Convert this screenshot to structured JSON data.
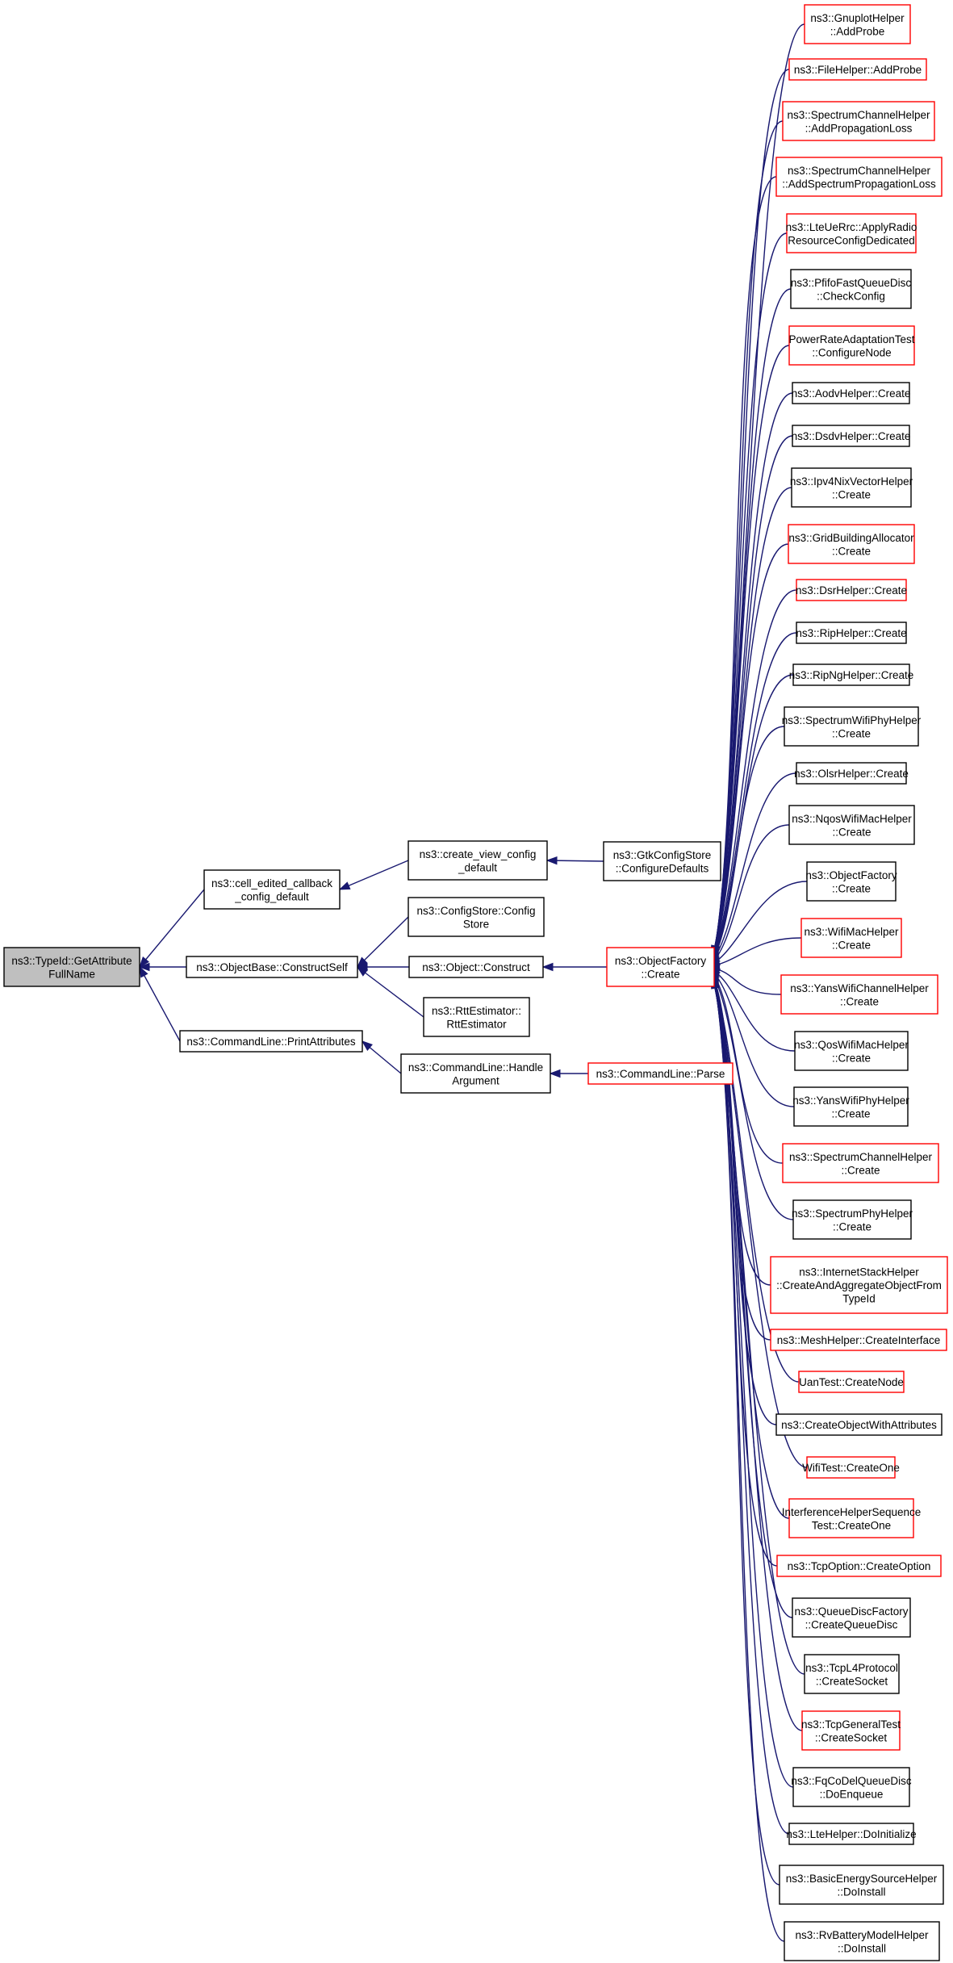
{
  "colors": {
    "edge": "#191970",
    "border_normal": "#000000",
    "border_truncated": "#ff0000",
    "fill_focus": "#bfbfbf",
    "fill_normal": "#ffffff"
  },
  "nodes": [
    {
      "id": "typeid",
      "lines": [
        "ns3::TypeId::GetAttribute",
        "FullName"
      ],
      "style": "focus"
    },
    {
      "id": "cell_edited",
      "lines": [
        "ns3::cell_edited_callback",
        "_config_default"
      ],
      "style": "normal"
    },
    {
      "id": "construct_self",
      "lines": [
        "ns3::ObjectBase::ConstructSelf"
      ],
      "style": "normal"
    },
    {
      "id": "print_attrs",
      "lines": [
        "ns3::CommandLine::PrintAttributes"
      ],
      "style": "normal"
    },
    {
      "id": "create_view",
      "lines": [
        "ns3::create_view_config",
        "_default"
      ],
      "style": "normal"
    },
    {
      "id": "configstore",
      "lines": [
        "ns3::ConfigStore::Config",
        "Store"
      ],
      "style": "normal"
    },
    {
      "id": "object_construct",
      "lines": [
        "ns3::Object::Construct"
      ],
      "style": "normal"
    },
    {
      "id": "rtt",
      "lines": [
        "ns3::RttEstimator::",
        "RttEstimator"
      ],
      "style": "normal"
    },
    {
      "id": "handle_arg",
      "lines": [
        "ns3::CommandLine::Handle",
        "Argument"
      ],
      "style": "normal"
    },
    {
      "id": "gtk",
      "lines": [
        "ns3::GtkConfigStore",
        "::ConfigureDefaults"
      ],
      "style": "normal"
    },
    {
      "id": "objfactory_create",
      "lines": [
        "ns3::ObjectFactory",
        "::Create"
      ],
      "style": "truncated"
    },
    {
      "id": "cmdline_parse",
      "lines": [
        "ns3::CommandLine::Parse"
      ],
      "style": "truncated"
    },
    {
      "id": "r0",
      "lines": [
        "ns3::GnuplotHelper",
        "::AddProbe"
      ],
      "style": "truncated"
    },
    {
      "id": "r1",
      "lines": [
        "ns3::FileHelper::AddProbe"
      ],
      "style": "truncated"
    },
    {
      "id": "r2",
      "lines": [
        "ns3::SpectrumChannelHelper",
        "::AddPropagationLoss"
      ],
      "style": "truncated"
    },
    {
      "id": "r3",
      "lines": [
        "ns3::SpectrumChannelHelper",
        "::AddSpectrumPropagationLoss"
      ],
      "style": "truncated"
    },
    {
      "id": "r4",
      "lines": [
        "ns3::LteUeRrc::ApplyRadio",
        "ResourceConfigDedicated"
      ],
      "style": "truncated"
    },
    {
      "id": "r5",
      "lines": [
        "ns3::PfifoFastQueueDisc",
        "::CheckConfig"
      ],
      "style": "normal"
    },
    {
      "id": "r6",
      "lines": [
        "PowerRateAdaptationTest",
        "::ConfigureNode"
      ],
      "style": "truncated"
    },
    {
      "id": "r7",
      "lines": [
        "ns3::AodvHelper::Create"
      ],
      "style": "normal"
    },
    {
      "id": "r8",
      "lines": [
        "ns3::DsdvHelper::Create"
      ],
      "style": "normal"
    },
    {
      "id": "r9",
      "lines": [
        "ns3::Ipv4NixVectorHelper",
        "::Create"
      ],
      "style": "normal"
    },
    {
      "id": "r10",
      "lines": [
        "ns3::GridBuildingAllocator",
        "::Create"
      ],
      "style": "truncated"
    },
    {
      "id": "r11",
      "lines": [
        "ns3::DsrHelper::Create"
      ],
      "style": "truncated"
    },
    {
      "id": "r12",
      "lines": [
        "ns3::RipHelper::Create"
      ],
      "style": "normal"
    },
    {
      "id": "r13",
      "lines": [
        "ns3::RipNgHelper::Create"
      ],
      "style": "normal"
    },
    {
      "id": "r14",
      "lines": [
        "ns3::SpectrumWifiPhyHelper",
        "::Create"
      ],
      "style": "normal"
    },
    {
      "id": "r15",
      "lines": [
        "ns3::OlsrHelper::Create"
      ],
      "style": "normal"
    },
    {
      "id": "r16",
      "lines": [
        "ns3::NqosWifiMacHelper",
        "::Create"
      ],
      "style": "normal"
    },
    {
      "id": "r17",
      "lines": [
        "ns3::ObjectFactory",
        "::Create"
      ],
      "style": "normal"
    },
    {
      "id": "r18",
      "lines": [
        "ns3::WifiMacHelper",
        "::Create"
      ],
      "style": "truncated"
    },
    {
      "id": "r19",
      "lines": [
        "ns3::YansWifiChannelHelper",
        "::Create"
      ],
      "style": "truncated"
    },
    {
      "id": "r20",
      "lines": [
        "ns3::QosWifiMacHelper",
        "::Create"
      ],
      "style": "normal"
    },
    {
      "id": "r21",
      "lines": [
        "ns3::YansWifiPhyHelper",
        "::Create"
      ],
      "style": "normal"
    },
    {
      "id": "r22",
      "lines": [
        "ns3::SpectrumChannelHelper",
        "::Create"
      ],
      "style": "truncated"
    },
    {
      "id": "r23",
      "lines": [
        "ns3::SpectrumPhyHelper",
        "::Create"
      ],
      "style": "normal"
    },
    {
      "id": "r24",
      "lines": [
        "ns3::InternetStackHelper",
        "::CreateAndAggregateObjectFrom",
        "TypeId"
      ],
      "style": "truncated"
    },
    {
      "id": "r25",
      "lines": [
        "ns3::MeshHelper::CreateInterface"
      ],
      "style": "truncated"
    },
    {
      "id": "r26",
      "lines": [
        "UanTest::CreateNode"
      ],
      "style": "truncated"
    },
    {
      "id": "r27",
      "lines": [
        "ns3::CreateObjectWithAttributes"
      ],
      "style": "normal"
    },
    {
      "id": "r28",
      "lines": [
        "WifiTest::CreateOne"
      ],
      "style": "truncated"
    },
    {
      "id": "r29",
      "lines": [
        "InterferenceHelperSequence",
        "Test::CreateOne"
      ],
      "style": "truncated"
    },
    {
      "id": "r30",
      "lines": [
        "ns3::TcpOption::CreateOption"
      ],
      "style": "truncated"
    },
    {
      "id": "r31",
      "lines": [
        "ns3::QueueDiscFactory",
        "::CreateQueueDisc"
      ],
      "style": "normal"
    },
    {
      "id": "r32",
      "lines": [
        "ns3::TcpL4Protocol",
        "::CreateSocket"
      ],
      "style": "normal"
    },
    {
      "id": "r33",
      "lines": [
        "ns3::TcpGeneralTest",
        "::CreateSocket"
      ],
      "style": "truncated"
    },
    {
      "id": "r34",
      "lines": [
        "ns3::FqCoDelQueueDisc",
        "::DoEnqueue"
      ],
      "style": "normal"
    },
    {
      "id": "r35",
      "lines": [
        "ns3::LteHelper::DoInitialize"
      ],
      "style": "normal"
    },
    {
      "id": "r36",
      "lines": [
        "ns3::BasicEnergySourceHelper",
        "::DoInstall"
      ],
      "style": "normal"
    },
    {
      "id": "r37",
      "lines": [
        "ns3::RvBatteryModelHelper",
        "::DoInstall"
      ],
      "style": "normal"
    }
  ],
  "edges": [
    [
      "cell_edited",
      "typeid"
    ],
    [
      "construct_self",
      "typeid"
    ],
    [
      "print_attrs",
      "typeid"
    ],
    [
      "create_view",
      "cell_edited"
    ],
    [
      "configstore",
      "construct_self"
    ],
    [
      "object_construct",
      "construct_self"
    ],
    [
      "rtt",
      "construct_self"
    ],
    [
      "handle_arg",
      "print_attrs"
    ],
    [
      "gtk",
      "create_view"
    ],
    [
      "objfactory_create",
      "object_construct"
    ],
    [
      "cmdline_parse",
      "handle_arg"
    ],
    [
      "r0",
      "objfactory_create"
    ],
    [
      "r1",
      "objfactory_create"
    ],
    [
      "r2",
      "objfactory_create"
    ],
    [
      "r3",
      "objfactory_create"
    ],
    [
      "r4",
      "objfactory_create"
    ],
    [
      "r5",
      "objfactory_create"
    ],
    [
      "r6",
      "objfactory_create"
    ],
    [
      "r7",
      "objfactory_create"
    ],
    [
      "r8",
      "objfactory_create"
    ],
    [
      "r9",
      "objfactory_create"
    ],
    [
      "r10",
      "objfactory_create"
    ],
    [
      "r11",
      "objfactory_create"
    ],
    [
      "r12",
      "objfactory_create"
    ],
    [
      "r13",
      "objfactory_create"
    ],
    [
      "r14",
      "objfactory_create"
    ],
    [
      "r15",
      "objfactory_create"
    ],
    [
      "r16",
      "objfactory_create"
    ],
    [
      "r17",
      "objfactory_create"
    ],
    [
      "r18",
      "objfactory_create"
    ],
    [
      "r19",
      "objfactory_create"
    ],
    [
      "r20",
      "objfactory_create"
    ],
    [
      "r21",
      "objfactory_create"
    ],
    [
      "r22",
      "objfactory_create"
    ],
    [
      "r23",
      "objfactory_create"
    ],
    [
      "r24",
      "objfactory_create"
    ],
    [
      "r25",
      "objfactory_create"
    ],
    [
      "r26",
      "objfactory_create"
    ],
    [
      "r27",
      "objfactory_create"
    ],
    [
      "r28",
      "objfactory_create"
    ],
    [
      "r29",
      "objfactory_create"
    ],
    [
      "r30",
      "objfactory_create"
    ],
    [
      "r31",
      "objfactory_create"
    ],
    [
      "r32",
      "objfactory_create"
    ],
    [
      "r33",
      "objfactory_create"
    ],
    [
      "r34",
      "objfactory_create"
    ],
    [
      "r35",
      "objfactory_create"
    ],
    [
      "r36",
      "objfactory_create"
    ],
    [
      "r37",
      "objfactory_create"
    ]
  ]
}
